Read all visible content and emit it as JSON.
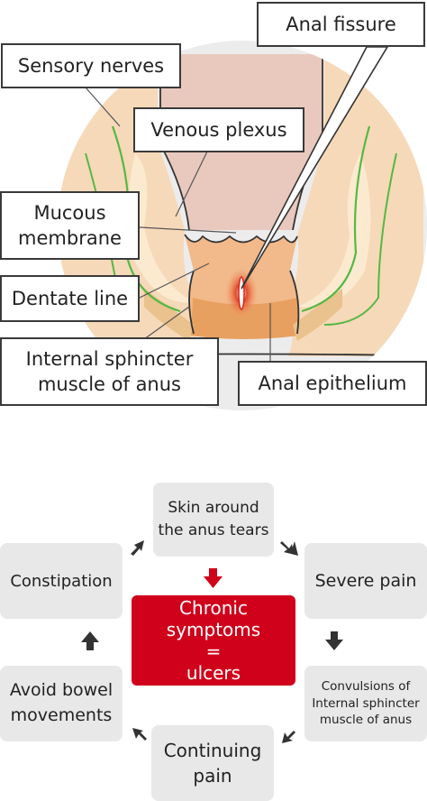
{
  "diagram": {
    "labels": {
      "anal_fissure": "Anal fissure",
      "sensory_nerves": "Sensory nerves",
      "venous_plexus": "Venous plexus",
      "mucous_membrane": "Mucous\nmembrane",
      "dentate_line": "Dentate line",
      "internal_sphincter": "Internal sphincter\nmuscle of anus",
      "anal_epithelium": "Anal epithelium"
    }
  },
  "cycle": {
    "skin_tears": "Skin around\nthe anus tears",
    "severe_pain": "Severe pain",
    "convulsions": "Convulsions of\nInternal sphincter\nmuscle of anus",
    "continuing_pain": "Continuing\npain",
    "avoid_bowel": "Avoid bowel\nmovements",
    "constipation": "Constipation",
    "center": "Chronic\nsymptoms\n=\nulcers"
  },
  "colors": {
    "center_red": "#d0021b",
    "box_gray": "#e8e8e8",
    "arrow_dark": "#333333",
    "arrow_red": "#d0021b",
    "nerve_green": "#55b844",
    "skin_tone": "#f6d9b8",
    "canal_pink": "#e9c9bd"
  }
}
